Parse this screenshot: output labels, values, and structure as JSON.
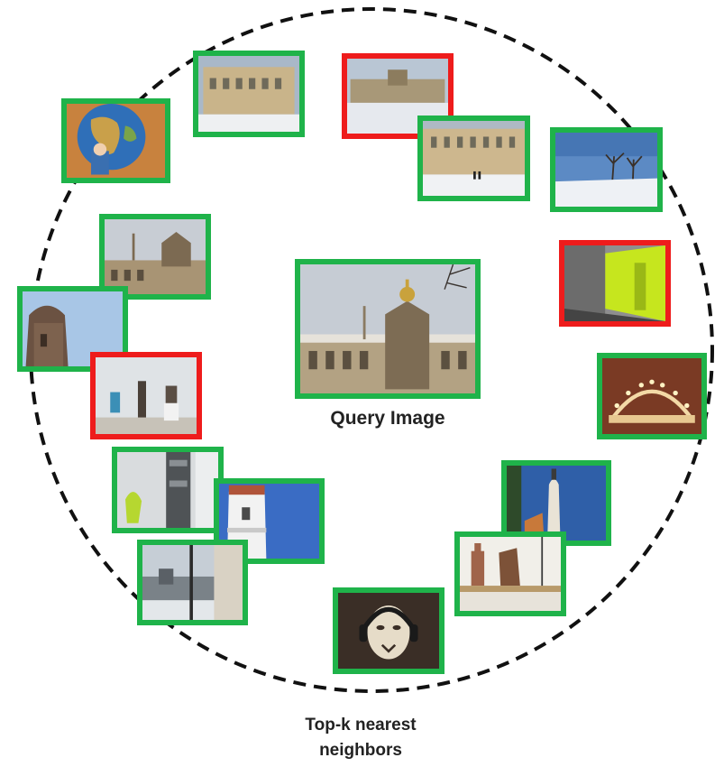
{
  "query_label": "Query Image",
  "neighbors_label": {
    "line1": "Top-k nearest",
    "line2": "neighbors"
  },
  "colors": {
    "correct_border": "#1fb34a",
    "incorrect_border": "#ee1c1c",
    "circle": "#111111"
  },
  "query": {
    "name": "query-image-palace-crown-tower"
  },
  "neighbors": [
    {
      "name": "neighbor-globe",
      "status": "correct"
    },
    {
      "name": "neighbor-palace-front",
      "status": "correct"
    },
    {
      "name": "neighbor-palace-courtyard",
      "status": "incorrect"
    },
    {
      "name": "neighbor-palace-snow",
      "status": "correct"
    },
    {
      "name": "neighbor-winter-trees",
      "status": "correct"
    },
    {
      "name": "neighbor-crown-tower",
      "status": "correct"
    },
    {
      "name": "neighbor-green-corridor",
      "status": "incorrect"
    },
    {
      "name": "neighbor-church-dome",
      "status": "correct"
    },
    {
      "name": "neighbor-sculptures",
      "status": "incorrect"
    },
    {
      "name": "neighbor-candle-arch",
      "status": "correct"
    },
    {
      "name": "neighbor-interior-machine",
      "status": "correct"
    },
    {
      "name": "neighbor-church-tower",
      "status": "correct"
    },
    {
      "name": "neighbor-lighthouse",
      "status": "correct"
    },
    {
      "name": "neighbor-shelf-vases",
      "status": "correct"
    },
    {
      "name": "neighbor-window-view",
      "status": "correct"
    },
    {
      "name": "neighbor-mask-headphones",
      "status": "correct"
    }
  ]
}
